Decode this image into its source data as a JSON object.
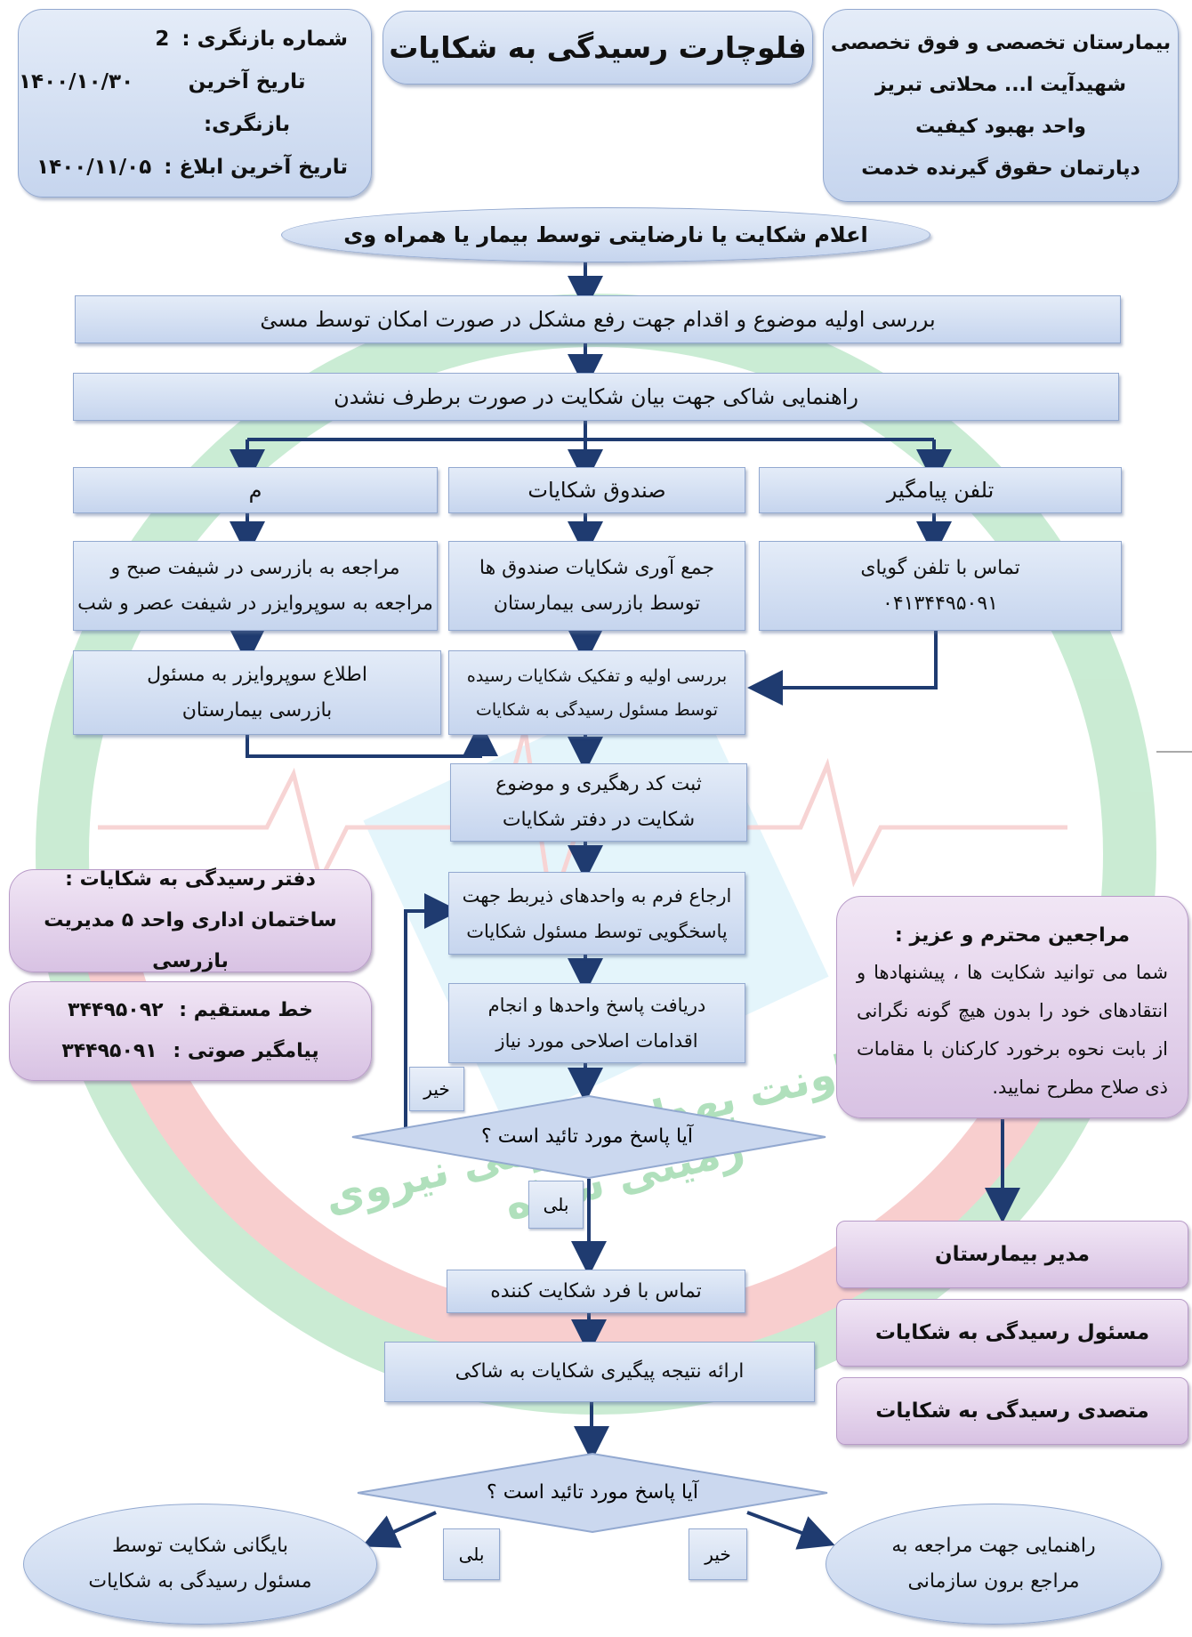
{
  "header": {
    "revision_label": "شماره بازنگری :",
    "revision_value": "2",
    "last_revision_label": "تاریخ آخرین بازنگری:",
    "last_revision_date": "۱۴۰۰/۱۰/۳۰",
    "last_notice_label": "تاریخ آخرین ابلاغ :",
    "last_notice_date": "۱۴۰۰/۱۱/۰۵",
    "title": "فلوچارت رسیدگی به شکایات",
    "hospital_lines": [
      "بیمارستان تخصصی و فوق تخصصی",
      "شهیدآیت ا... محلاتی تبریز",
      "واحد بهبود کیفیت",
      "دپارتمان حقوق گیرنده خدمت"
    ]
  },
  "flow": {
    "start": "اعلام شکایت یا نارضایتی توسط بیمار یا همراه وی",
    "initial_review": "بررسی اولیه موضوع و اقدام جهت رفع مشکل در صورت امکان توسط مسئ",
    "guidance": "راهنمایی شاکی جهت بیان شکایت در صورت برطرف نشدن",
    "channel_left": "م",
    "channel_middle": "صندوق شکایات",
    "channel_right": "تلفن پیامگیر",
    "left_step1_line1": "مراجعه به بازرسی در شیفت صبح و",
    "left_step1_line2": "مراجعه به سوپروایزر در شیفت عصر و شب",
    "left_step2_line1": "اطلاع سوپروایزر به مسئول",
    "left_step2_line2": "بازرسی بیمارستان",
    "middle_step1_line1": "جمع آوری شکایات صندوق ها",
    "middle_step1_line2": "توسط بازرسی بیمارستان",
    "middle_step2_line1": "بررسی اولیه و تفکیک شکایات رسیده",
    "middle_step2_line2": "توسط مسئول رسیدگی به شکایات",
    "right_step1_line1": "تماس با تلفن گویای",
    "right_step1_line2": "۰۴۱۳۴۴۹۵۰۹۱",
    "register_line1": "ثبت کد رهگیری و موضوع",
    "register_line2": "شکایت در دفتر شکایات",
    "refer_line1": "ارجاع فرم به واحدهای ذیربط جهت",
    "refer_line2": "پاسخگویی توسط مسئول شکایات",
    "receive_line1": "دریافت پاسخ واحدها و انجام",
    "receive_line2": "اقدامات اصلاحی مورد نیاز",
    "decision1": "آیا پاسخ مورد تائید است ؟",
    "no_label1": "خیر",
    "yes_label1": "بلی",
    "contact": "تماس با فرد شکایت کننده",
    "result": "ارائه نتیجه پیگیری شکایات به شاکی",
    "decision2": "آیا پاسخ مورد تائید است ؟",
    "yes_label2": "بلی",
    "no_label2": "خیر",
    "end_left_line1": "بایگانی شکایت توسط",
    "end_left_line2": "مسئول رسیدگی به شکایات",
    "end_right_line1": "راهنمایی جهت مراجعه به",
    "end_right_line2": "مراجع برون سازمانی"
  },
  "office": {
    "title": "دفتر رسیدگی به شکایات :",
    "address": "ساختمان اداری واحد ۵ مدیریت بازرسی",
    "direct_line_label": "خط مستقیم :",
    "direct_line_value": "۳۴۴۹۵۰۹۲",
    "voicemail_label": "پیامگیر صوتی :",
    "voicemail_value": "۳۴۴۹۵۰۹۱"
  },
  "notice": {
    "title": "مراجعین محترم و عزیز :",
    "body": "شما می توانید شکایت ها ، پیشنهادها و انتقادهای خود را بدون هیچ گونه نگرانی از بابت نحوه برخورد کارکنان با مقامات ذی صلاح مطرح نمایید."
  },
  "contacts": [
    "مدیر بیمارستان",
    "مسئول رسیدگی به شکایات",
    "متصدی رسیدگی به شکایات"
  ],
  "watermark": {
    "text": "معاونت بهداری رزمی نیروی زمینی سپاه"
  },
  "colors": {
    "box_fill": "#c6d5ee",
    "box_border": "#93a9d0",
    "purple_fill": "#d8c2e3",
    "arrow": "#1f3b70",
    "watermark_green": "#8fd4a0",
    "watermark_red": "#e05a5a"
  }
}
